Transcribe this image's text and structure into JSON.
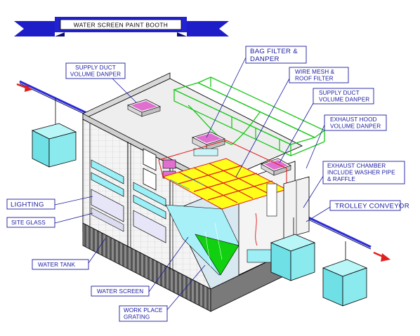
{
  "title": "WATER SCREEN PAINT BOOTH",
  "labels": {
    "supply_duct_left": [
      "SUPPLY DUCT",
      "VOLUME DANPER"
    ],
    "bag_filter": [
      "BAG FILTER &",
      "DANPER"
    ],
    "wire_mesh": [
      "WIRE MESH &",
      "ROOF FILTER"
    ],
    "supply_duct_right": [
      "SUPPLY DUCT",
      "VOLUME DANPER"
    ],
    "exhaust_hood": [
      "EXHAUST HOOD",
      "VOLUME DANPER"
    ],
    "exhaust_chamber": [
      "EXHAUST CHAMBER",
      "INCLUDE WASHER PIPE",
      "& RAFFLE"
    ],
    "lighting": "LIGHTING",
    "trolley_conveyor": "TROLLEY CONVEYOR",
    "site_glass": "SITE GLASS",
    "water_tank": "WATER TANK",
    "water_screen": "WATER SCREEN",
    "work_place_grating": [
      "WORK PLACE",
      "GRATING"
    ]
  },
  "colors": {
    "label_text": "#1a1aa0",
    "label_box": "#1a1aa0",
    "banner": "#1e1ec8",
    "leader_line": "#1a1aa0",
    "conveyor": "#2a2ad8",
    "arrow": "#e02020",
    "box_cyan": "#7fe8ec",
    "filter_magenta": "#e070d0",
    "duct_green": "#18c818",
    "roof_yellow": "#ffff1a",
    "screen_cyan": "#a8f0f8",
    "screen_green": "#10d010",
    "red_line": "#e01818"
  }
}
